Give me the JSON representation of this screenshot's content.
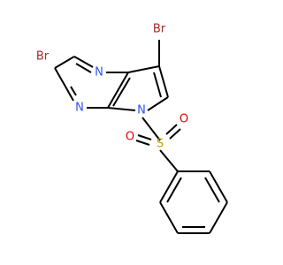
{
  "molecule": {
    "atoms": {
      "br1": {
        "element": "Br",
        "color": "#a62929"
      },
      "br2": {
        "element": "Br",
        "color": "#a62929"
      },
      "n1": {
        "element": "N",
        "color": "#3050f8"
      },
      "n2": {
        "element": "N",
        "color": "#3050f8"
      },
      "n3": {
        "element": "N",
        "color": "#3050f8"
      },
      "s1": {
        "element": "S",
        "color": "#c8a000"
      },
      "o1": {
        "element": "O",
        "color": "#e00000"
      },
      "o2": {
        "element": "O",
        "color": "#e00000"
      }
    },
    "bond_color": "#000000"
  }
}
